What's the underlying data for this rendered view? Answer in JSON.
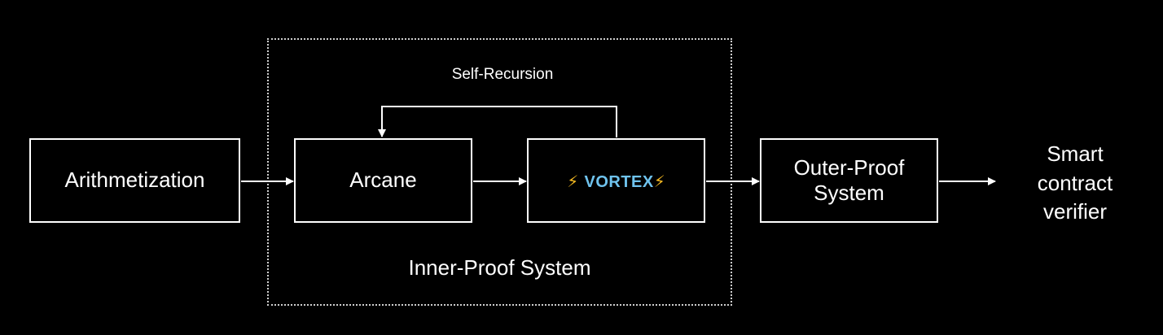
{
  "diagram": {
    "nodes": {
      "arithmetization": {
        "label": "Arithmetization"
      },
      "arcane": {
        "label": "Arcane"
      },
      "vortex": {
        "label": "VORTEX",
        "icon": "lightning-bolt-icon",
        "icon_glyph": "⚡",
        "label_color": "#6fc3ee",
        "icon_color": "#f5b921"
      },
      "outer_proof": {
        "label_line1": "Outer-Proof",
        "label_line2": "System"
      },
      "verifier": {
        "label_line1": "Smart",
        "label_line2": "contract",
        "label_line3": "verifier"
      }
    },
    "group": {
      "label": "Inner-Proof System"
    },
    "loop": {
      "label": "Self-Recursion"
    },
    "colors": {
      "background": "#000000",
      "foreground": "#ffffff",
      "group_border": "#cfcfcf"
    }
  }
}
